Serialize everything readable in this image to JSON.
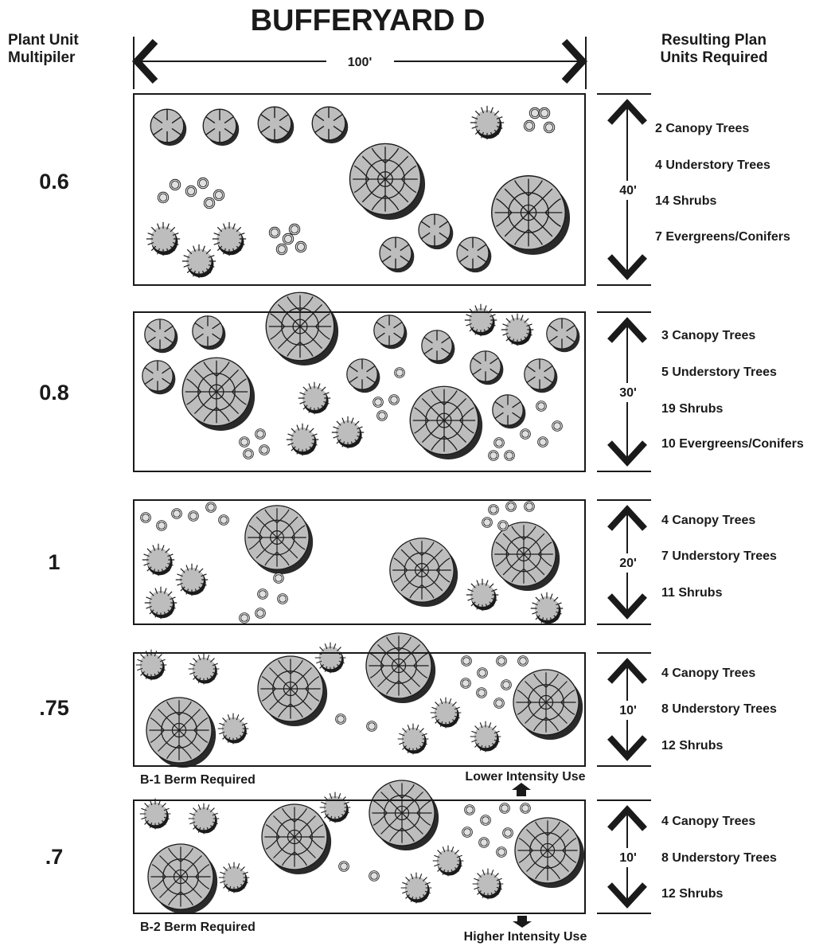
{
  "title": "BUFFERYARD D",
  "left_header": [
    "Plant Unit",
    "Multipiler"
  ],
  "right_header": [
    "Resulting Plan",
    "Units Required"
  ],
  "width_label": "100'",
  "colors": {
    "ink": "#1a1a1a",
    "fill": "#bdbdbd",
    "shadow": "#2a2a2a"
  },
  "panels": [
    {
      "multiplier": "0.6",
      "depth": "40'",
      "requirements": [
        "2 Canopy Trees",
        "4 Understory Trees",
        "14 Shrubs",
        "7 Evergreens/Conifers"
      ]
    },
    {
      "multiplier": "0.8",
      "depth": "30'",
      "requirements": [
        "3 Canopy Trees",
        "5 Understory Trees",
        "19 Shrubs",
        "10 Evergreens/Conifers"
      ]
    },
    {
      "multiplier": "1",
      "depth": "20'",
      "requirements": [
        "4 Canopy Trees",
        "7 Understory Trees",
        "11 Shrubs"
      ]
    },
    {
      "multiplier": ".75",
      "depth": "10'",
      "requirements": [
        "4 Canopy Trees",
        "8 Understory Trees",
        "12 Shrubs"
      ],
      "berm_note": "B-1 Berm Required",
      "intensity_note": "Lower Intensity Use",
      "intensity_dir": "up"
    },
    {
      "multiplier": ".7",
      "depth": "10'",
      "requirements": [
        "4 Canopy Trees",
        "8 Understory Trees",
        "12 Shrubs"
      ],
      "berm_note": "B-2 Berm Required",
      "intensity_note": "Higher Intensity Use",
      "intensity_dir": "down"
    }
  ],
  "legend_icons": [
    "canopy-tree-icon",
    "understory-tree-icon",
    "shrub-icon",
    "evergreen-conifer-icon"
  ]
}
